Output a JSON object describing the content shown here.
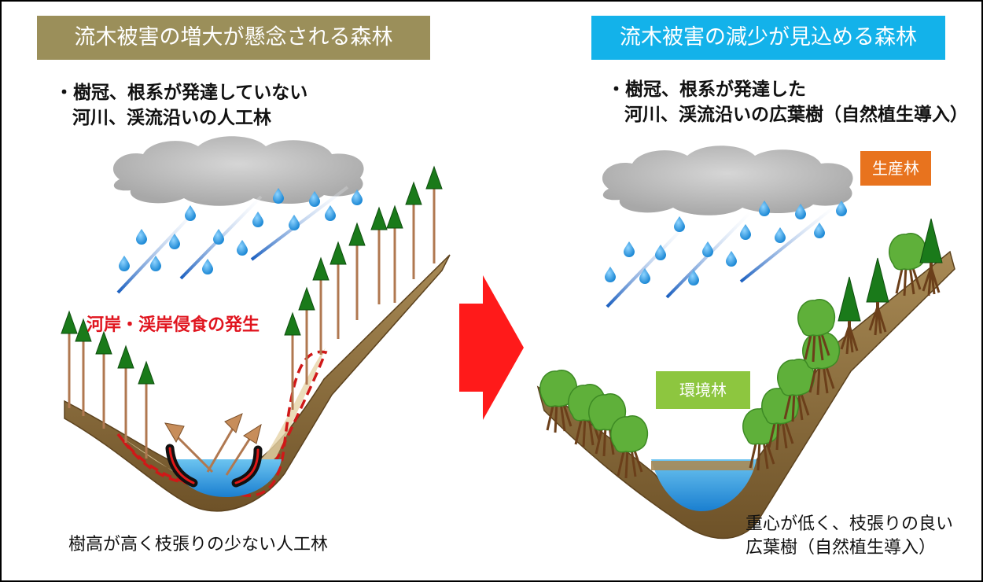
{
  "left_panel": {
    "banner": "流木被害の増大が懸念される森林",
    "bullet_line1": "・樹冠、根系が発達していない",
    "bullet_line2": "河川、渓流沿いの人工林",
    "erosion_label": "河岸・渓岸侵食の発生",
    "caption": "樹高が高く枝張りの少ない人工林"
  },
  "right_panel": {
    "banner": "流木被害の減少が見込める森林",
    "bullet_line1": "・樹冠、根系が発達した",
    "bullet_line2": "河川、渓流沿いの広葉樹（自然植生導入）",
    "production_forest_label": "生産林",
    "environment_forest_label": "環境林",
    "caption_line1": "重心が低く、枝張りの良い",
    "caption_line2": "広葉樹（自然植生導入）"
  },
  "colors": {
    "left_banner": "#9b8f5a",
    "right_banner": "#13b2ea",
    "production_tag": "#e8731e",
    "environment_tag": "#8dc63f",
    "arrow": "#ff1a1a",
    "erosion_text": "#e0141e",
    "conifer": "#1a7a1a",
    "broadleaf": "#5fb03a",
    "soil": "#8b6b3a",
    "water": "#2f9ce0"
  }
}
